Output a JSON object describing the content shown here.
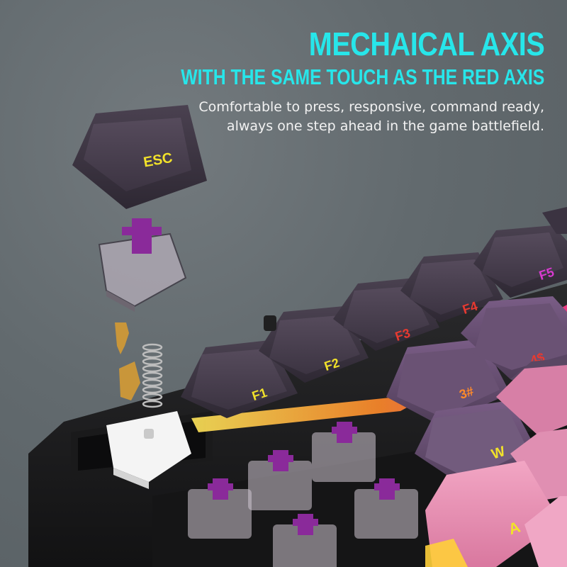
{
  "headline": {
    "title": "MECHAICAL AXIS",
    "subtitle": "WITH THE SAME TOUCH AS THE RED AXIS"
  },
  "description": {
    "line1": "Comfortable to press, responsive, command ready,",
    "line2": "always one step ahead in the game battlefield."
  },
  "keycaps": {
    "exploded": "ESC",
    "f1": "F1",
    "f2": "F2",
    "f3": "F3",
    "f4": "F4",
    "f5": "F5",
    "k3": "3#",
    "k4": "4$",
    "w": "W",
    "a": "A"
  },
  "colors": {
    "accent": "#27e6ea",
    "keycap_dark": "#3d3440",
    "keycap_pink": "#e58ab0",
    "legend_yellow": "#f2e22a",
    "legend_red": "#e83a30",
    "legend_magenta": "#d83ad0",
    "switch_stem": "#8a2a9a",
    "backlight": "#ffb43c"
  }
}
